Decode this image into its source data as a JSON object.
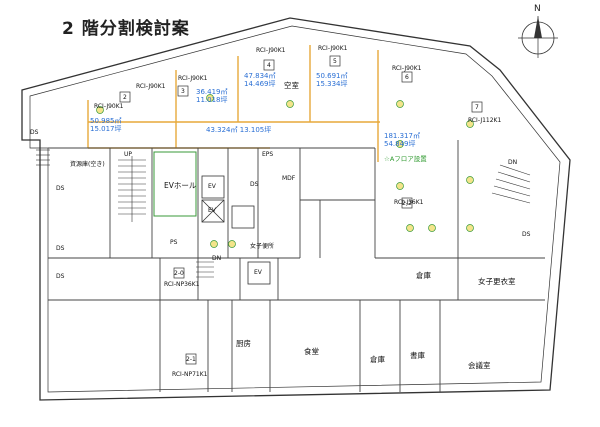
{
  "title": "2 階分割検討案",
  "compass": {
    "north": "N"
  },
  "areas": [
    {
      "main": "36.419㎡",
      "sub": "11.018坪"
    },
    {
      "main": "47.834㎡",
      "sub": "14.469坪"
    },
    {
      "main": "50.691㎡",
      "sub": "15.334坪"
    },
    {
      "main": "50.985㎡",
      "sub": "15.017坪"
    },
    {
      "main": "43.324㎡",
      "sub": "13.105坪"
    },
    {
      "main": "181.317㎡",
      "sub": "54.849坪"
    }
  ],
  "units": {
    "u1": "RCI-J90K1",
    "u2": "RCI-J90K1",
    "u3": "RCI-J90K1",
    "u4": "RCI-J90K1",
    "u5": "RCI-J90K1",
    "u6": "RCI-J90K1",
    "u7": "RCI-J112K1",
    "u8": "RCI-J36K1",
    "u9": "RCI-NP36K1",
    "u10": "RCI-NP71K1"
  },
  "unit_numbers": [
    "2",
    "3",
    "4",
    "5",
    "6",
    "7",
    "2-1",
    "2-0",
    "2-2"
  ],
  "rooms": {
    "void": "空室",
    "ev_hall": "EVホール",
    "ev1": "EV",
    "ev2": "EV",
    "ev3": "EV",
    "eps": "EPS",
    "mdf": "MDF",
    "ds1": "DS",
    "ds2": "DS",
    "ds3": "DS",
    "ds4": "DS",
    "ds5": "DS",
    "ds6": "DS",
    "ps": "PS",
    "shokudo": "食堂",
    "kitchen": "厨房",
    "souko1": "倉庫",
    "souko2": "倉庫",
    "shoko": "書庫",
    "kaigi": "会議室",
    "josi_kouishitsu": "女子更衣室",
    "josi_wc": "女子便所",
    "shiryo": "資源庫(空き)",
    "oa_note": "☆Aフロア設置",
    "up": "UP",
    "dn1": "DN",
    "dn2": "DN"
  }
}
